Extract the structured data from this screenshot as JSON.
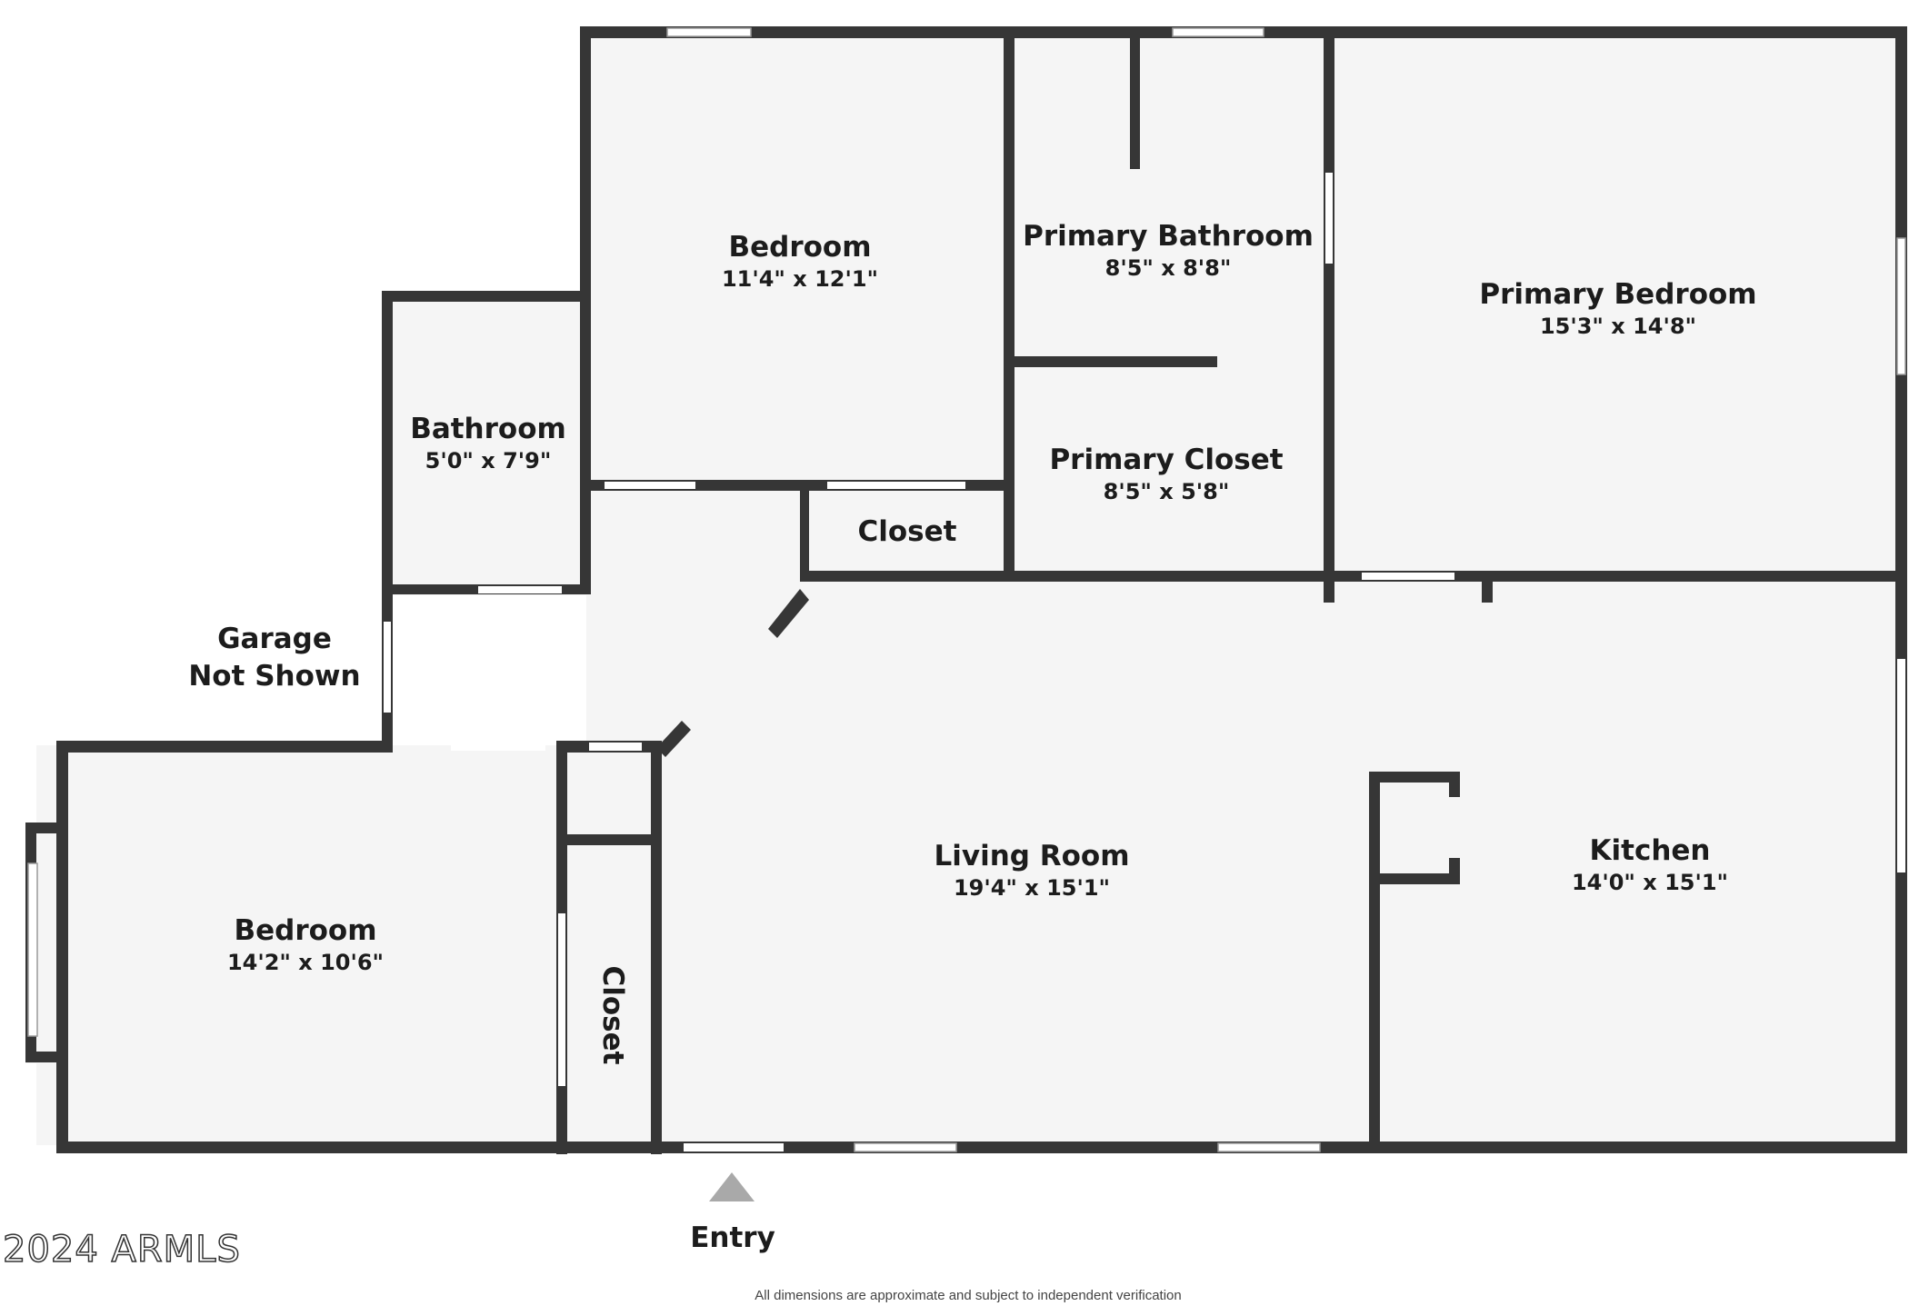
{
  "rooms": {
    "bedroom_top": {
      "name": "Bedroom",
      "dims": "11'4\" x 12'1\""
    },
    "primary_bathroom": {
      "name": "Primary Bathroom",
      "dims": "8'5\" x 8'8\""
    },
    "primary_bedroom": {
      "name": "Primary Bedroom",
      "dims": "15'3\" x 14'8\""
    },
    "bathroom": {
      "name": "Bathroom",
      "dims": "5'0\" x 7'9\""
    },
    "primary_closet": {
      "name": "Primary Closet",
      "dims": "8'5\" x 5'8\""
    },
    "closet_hall": {
      "name": "Closet"
    },
    "living_room": {
      "name": "Living Room",
      "dims": "19'4\" x 15'1\""
    },
    "kitchen": {
      "name": "Kitchen",
      "dims": "14'0\" x 15'1\""
    },
    "bedroom_left": {
      "name": "Bedroom",
      "dims": "14'2\" x 10'6\""
    },
    "closet_bedroom": {
      "name": "Closet"
    }
  },
  "garage": {
    "line1": "Garage",
    "line2": "Not Shown"
  },
  "entry": {
    "label": "Entry"
  },
  "watermark": "2024 ARMLS",
  "disclaimer": "All dimensions are approximate and subject to independent verification",
  "colors": {
    "wall": "#363636",
    "floor": "#f5f5f5",
    "entry_arrow": "#a9a9a9"
  }
}
